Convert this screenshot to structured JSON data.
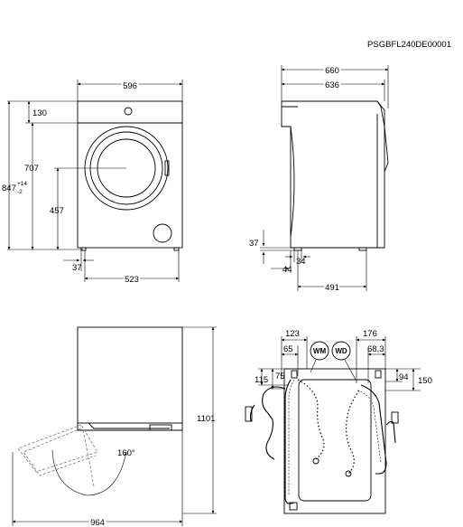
{
  "drawing_code": "PSGBFL240DE00001",
  "front_view": {
    "width": "596",
    "top_panel": "130",
    "height": "847",
    "height_tolerance_plus": "+14",
    "height_tolerance_minus": "-2",
    "door_center_height": "707",
    "door_bottom_height": "457",
    "foot_offset": "37",
    "foot_span": "523"
  },
  "side_view": {
    "overall_depth": "660",
    "body_depth": "636",
    "foot_height": "37",
    "foot_inset": "34",
    "front_offset": "44",
    "foot_depth": "491"
  },
  "door_view": {
    "open_angle": "160°",
    "total_height": "1101",
    "depth_door_open": "964"
  },
  "rear_view": {
    "wm_label": "WM",
    "wd_label": "WD",
    "left_offset_outer": "123",
    "left_offset_inner": "65",
    "left_height_outer": "115",
    "left_height_inner": "75",
    "right_offset_outer": "176",
    "right_offset_inner": "68,3",
    "right_height_inner": "94",
    "right_height_outer": "150"
  }
}
